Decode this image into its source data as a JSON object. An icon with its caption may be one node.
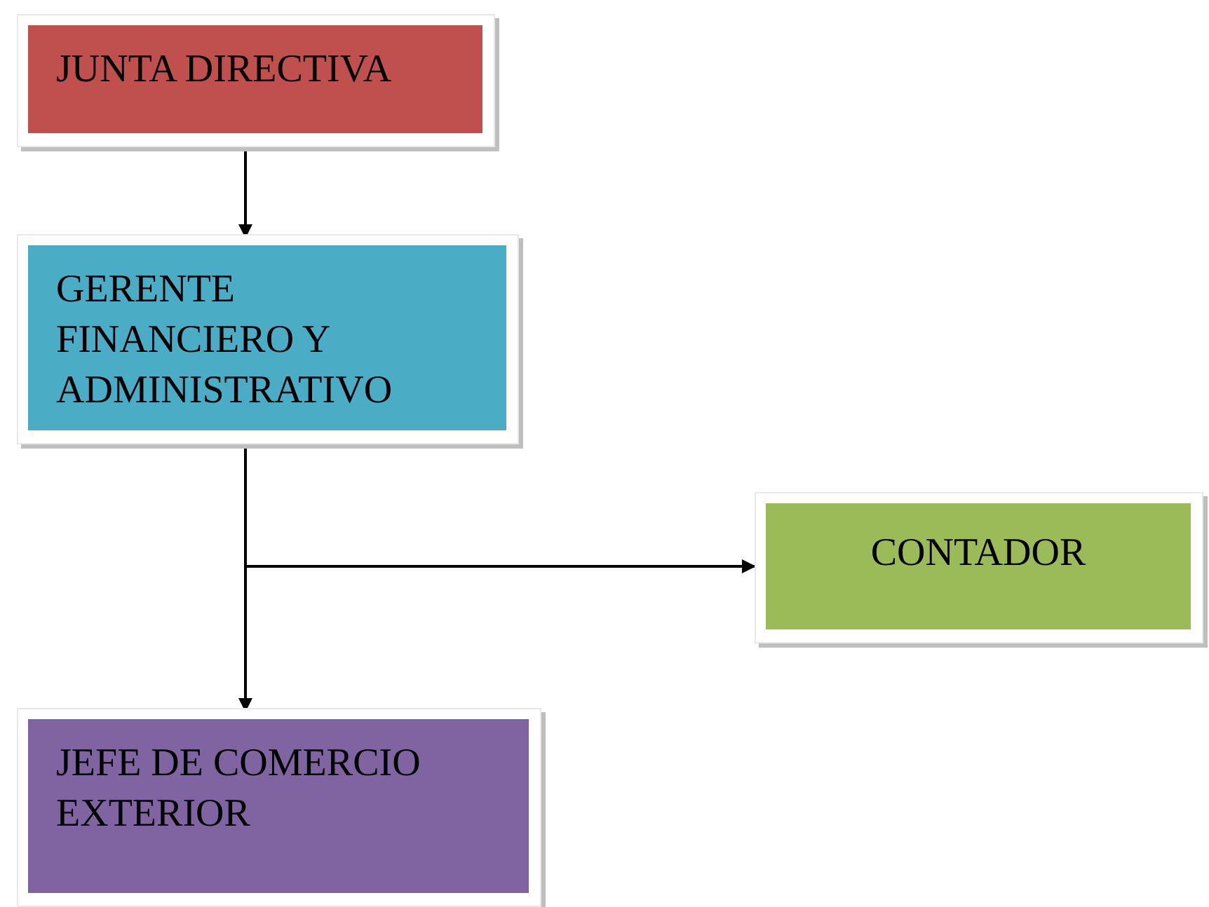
{
  "diagram": {
    "nodes": [
      {
        "text": [
          "JUNTA DIRECTIVA"
        ]
      },
      {
        "text": [
          "GERENTE FINANCIERO Y ADMINISTRATIVO"
        ]
      },
      {
        "text": [
          "CONTADOR"
        ]
      },
      {
        "text": [
          "JEFE DE COMERCIO EXTERIOR"
        ]
      }
    ],
    "edges": [
      {
        "from": 0,
        "to": 1,
        "arrow": "to"
      },
      {
        "from": 1,
        "to": 2,
        "arrow": "to"
      },
      {
        "from": 1,
        "to": 3,
        "arrow": "to"
      }
    ]
  }
}
